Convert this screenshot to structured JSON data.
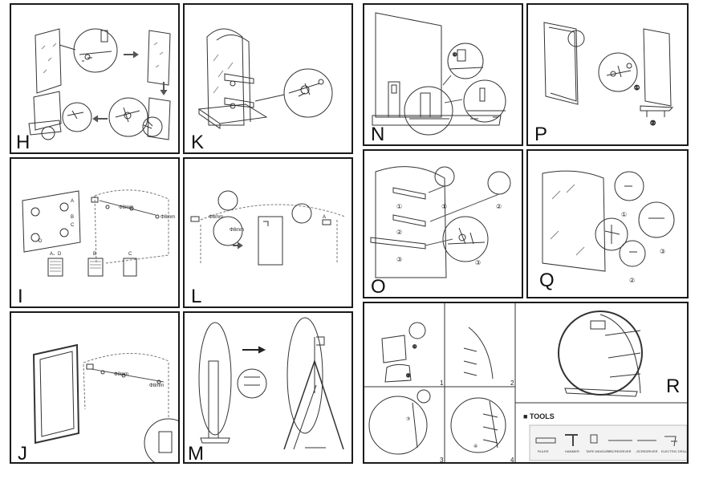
{
  "panels": {
    "H": {
      "label": "H"
    },
    "K": {
      "label": "K"
    },
    "N": {
      "label": "N"
    },
    "P": {
      "label": "P",
      "steps": [
        "①",
        "②"
      ]
    },
    "I": {
      "label": "I",
      "dims": [
        "Φ8mm",
        "Φ8mm"
      ],
      "hole_labels": [
        "A、D",
        "B",
        "C"
      ],
      "corner_labels": [
        "A",
        "B",
        "C",
        "D"
      ]
    },
    "L": {
      "label": "L",
      "dims": [
        "Φ8mm",
        "Φ8mm"
      ],
      "corner_label": "A"
    },
    "O": {
      "label": "O",
      "steps": [
        "①",
        "②",
        "③",
        "①",
        "②",
        "③"
      ]
    },
    "Q": {
      "label": "Q",
      "steps": [
        "①",
        "②",
        "③"
      ]
    },
    "J": {
      "label": "J",
      "dims": [
        "Φ8mm",
        "Φ8mm"
      ]
    },
    "M": {
      "label": "M"
    },
    "R": {
      "label": "R",
      "sub_numbers": [
        "1",
        "2",
        "3",
        "4"
      ],
      "steps": [
        "①",
        "②",
        "③",
        "④"
      ]
    }
  },
  "tools": {
    "title": "TOOLS",
    "items": [
      "RULER",
      "HAMMER",
      "TAPE MEASURE",
      "+SCREDRIVER",
      "-SCREDRIVER",
      "ELECTRIC DRILL"
    ]
  }
}
